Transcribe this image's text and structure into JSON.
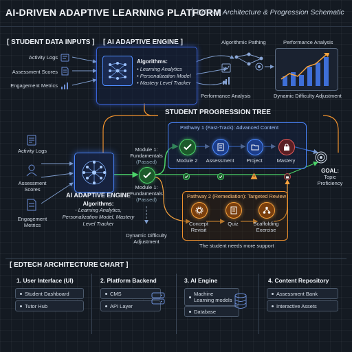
{
  "header": {
    "title": "AI-DRIVEN ADAPTIVE LEARNING PLATFORM",
    "subtitle": "EdTech Architecture & Progression Schematic"
  },
  "top_section": {
    "inputs_heading": "[ STUDENT DATA INPUTS ]",
    "inputs": [
      "Activity Logs",
      "Assessment Scores",
      "Engagement Metrics"
    ],
    "engine_heading": "[ AI ADAPTIVE ENGINE ]",
    "algorithms_title": "Algorithms:",
    "algorithms": [
      "Learning Analytics",
      "Personalization Model",
      "Mastery Level Tracker"
    ],
    "outputs": {
      "algorithmic_pathing": "Algorithmic Pathing",
      "performance_analysis_top": "Performance Analysis",
      "performance_analysis_mid": "Performance Analysis",
      "dynamic_difficulty": "Dynamic Difficulty Adjustment"
    }
  },
  "progression": {
    "heading": "STUDENT PROGRESSION TREE",
    "inputs": [
      "Activity Logs",
      "Assessment Scores",
      "Engagement Metrics"
    ],
    "engine_label": "AI ADAPTIVE ENGINE",
    "algorithms_title": "Algorithms:",
    "algorithms_text": "- Learning Analytics, Personalization Model, Mastery Level Tracker",
    "module1_top": {
      "label": "Module 1: Fundamentals",
      "status": "(Passed)"
    },
    "module1_bottom": {
      "label": "Module 1: Fundamentals",
      "status": "(Passed)"
    },
    "dynamic_difficulty": "Dynamic Difficulty Adjustment",
    "pathway1": {
      "title": "Pathway 1 (Fast-Track): Advanced Content",
      "nodes": [
        "Module 2",
        "Assessment",
        "Project",
        "Mastery"
      ]
    },
    "pathway2": {
      "title": "Pathway 2 (Remediation): Targeted Review",
      "nodes": [
        "Concept Revisit",
        "Quiz",
        "Scaffolding Exercise"
      ]
    },
    "goal": {
      "title": "GOAL:",
      "text": "Topic Proficiency"
    },
    "support_note": "The student needs more support"
  },
  "architecture": {
    "heading": "[ EDTECH ARCHITECTURE CHART ]",
    "columns": [
      {
        "title": "1. User Interface (UI)",
        "items": [
          "Student Dashboard",
          "Tutor Hub"
        ]
      },
      {
        "title": "2. Platform Backend",
        "items": [
          "CMS",
          "API Layer"
        ]
      },
      {
        "title": "3. AI Engine",
        "items": [
          "Machine Learning models",
          "Database"
        ]
      },
      {
        "title": "4. Content Repository",
        "items": [
          "Assessment Bank",
          "Interactive Assets"
        ]
      }
    ]
  },
  "colors": {
    "background": "#141a22",
    "blue": "#4f8dff",
    "green": "#4cd46a",
    "orange": "#f7a33e",
    "red": "#e45a5a"
  }
}
